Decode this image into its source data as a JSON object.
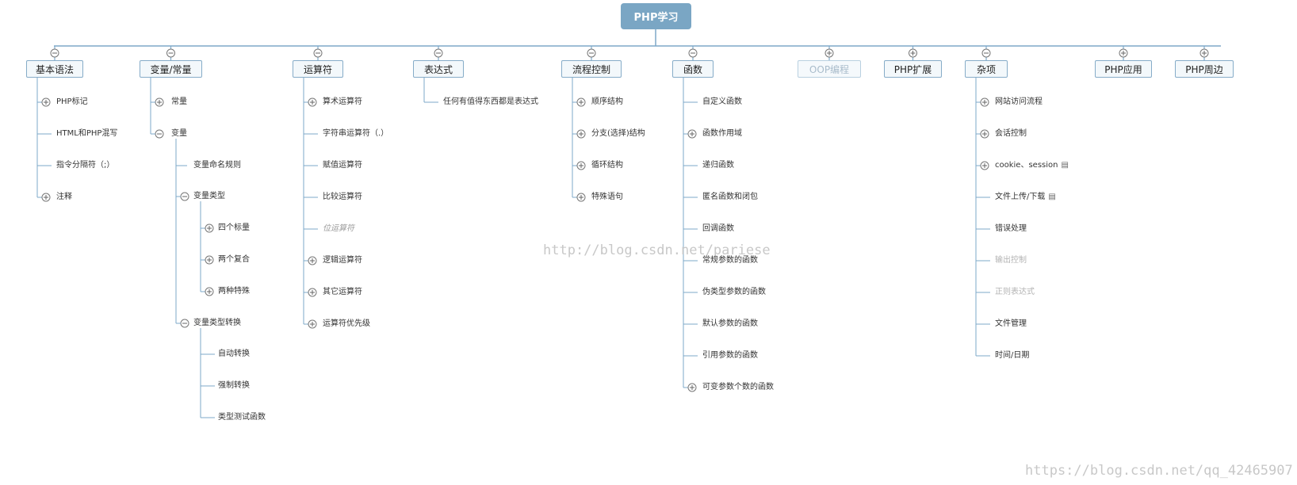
{
  "root": "PHP学习",
  "categories": [
    {
      "label": "基本语法",
      "dim": false,
      "items": [
        {
          "label": "PHP标记",
          "expand": true
        },
        {
          "label": "HTML和PHP混写",
          "expand": false
        },
        {
          "label": "指令分隔符（;）",
          "expand": false
        },
        {
          "label": "注释",
          "expand": true
        }
      ]
    },
    {
      "label": "变量/常量",
      "dim": false,
      "items": [
        {
          "label": "常量",
          "expand": true
        },
        {
          "label": "变量",
          "expand": false,
          "collapse": true,
          "items": [
            {
              "label": "变量命名规则"
            },
            {
              "label": "变量类型",
              "collapse": true,
              "items": [
                {
                  "label": "四个标量",
                  "expand": true
                },
                {
                  "label": "两个复合",
                  "expand": true
                },
                {
                  "label": "两种特殊",
                  "expand": true
                }
              ]
            },
            {
              "label": "变量类型转换",
              "collapse": true,
              "items": [
                {
                  "label": "自动转换"
                },
                {
                  "label": "强制转换"
                },
                {
                  "label": "类型测试函数"
                }
              ]
            }
          ]
        }
      ]
    },
    {
      "label": "运算符",
      "dim": false,
      "items": [
        {
          "label": "算术运算符",
          "expand": true
        },
        {
          "label": "字符串运算符（.）",
          "expand": false
        },
        {
          "label": "赋值运算符",
          "expand": false
        },
        {
          "label": "比较运算符",
          "expand": false
        },
        {
          "label": "位运算符",
          "expand": false,
          "italic": true
        },
        {
          "label": "逻辑运算符",
          "expand": true
        },
        {
          "label": "其它运算符",
          "expand": true
        },
        {
          "label": "运算符优先级",
          "expand": true
        }
      ]
    },
    {
      "label": "表达式",
      "dim": false,
      "items": [
        {
          "label": "任何有值得东西都是表达式",
          "expand": false
        }
      ]
    },
    {
      "label": "流程控制",
      "dim": false,
      "items": [
        {
          "label": "顺序结构",
          "expand": true
        },
        {
          "label": "分支(选择)结构",
          "expand": true
        },
        {
          "label": "循环结构",
          "expand": true
        },
        {
          "label": "特殊语句",
          "expand": true
        }
      ]
    },
    {
      "label": "函数",
      "dim": false,
      "items": [
        {
          "label": "自定义函数",
          "expand": false
        },
        {
          "label": "函数作用域",
          "expand": true
        },
        {
          "label": "递归函数",
          "expand": false
        },
        {
          "label": "匿名函数和闭包",
          "expand": false
        },
        {
          "label": "回调函数",
          "expand": false
        },
        {
          "label": "常规参数的函数",
          "expand": false
        },
        {
          "label": "伪类型参数的函数",
          "expand": false
        },
        {
          "label": "默认参数的函数",
          "expand": false
        },
        {
          "label": "引用参数的函数",
          "expand": false
        },
        {
          "label": "可变参数个数的函数",
          "expand": true
        }
      ]
    },
    {
      "label": "OOP编程",
      "dim": true,
      "items": []
    },
    {
      "label": "PHP扩展",
      "dim": false,
      "items": []
    },
    {
      "label": "杂项",
      "dim": false,
      "items": [
        {
          "label": "网站访问流程",
          "expand": true
        },
        {
          "label": "会话控制",
          "expand": true
        },
        {
          "label": "cookie、session",
          "expand": true,
          "note": true
        },
        {
          "label": "文件上传/下载",
          "expand": false,
          "note": true
        },
        {
          "label": "错误处理",
          "expand": false
        },
        {
          "label": "输出控制",
          "expand": false,
          "dim": true
        },
        {
          "label": "正则表达式",
          "expand": false,
          "dim": true
        },
        {
          "label": "文件管理",
          "expand": false
        },
        {
          "label": "时间/日期",
          "expand": false
        }
      ]
    },
    {
      "label": "PHP应用",
      "dim": false,
      "items": []
    },
    {
      "label": "PHP周边",
      "dim": false,
      "items": []
    }
  ],
  "watermarks": [
    "http://blog.csdn.net/pariese",
    "https://blog.csdn.net/qq_42465907"
  ],
  "colors": {
    "line": "#7ea9c9",
    "root_bg": "#7aa6c4",
    "cat_border": "#86acc8"
  }
}
